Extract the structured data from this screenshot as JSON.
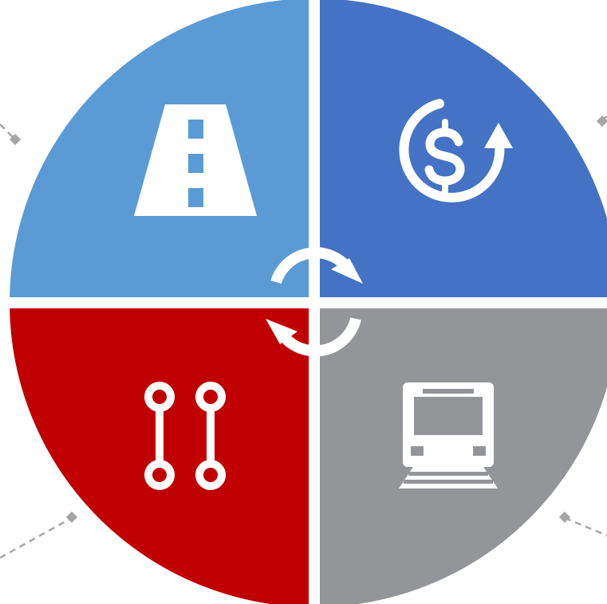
{
  "colors": {
    "background": "#ffffff",
    "road_quadrant": "#5b9bd5",
    "funding_quadrant": "#4472c4",
    "transit_quadrant": "#949599",
    "route_quadrant": "#c00000",
    "icon_and_divider": "#ffffff",
    "connector_dashes": "#a6a6a6"
  },
  "quadrants": [
    {
      "position": "top-left",
      "icon": "road-icon"
    },
    {
      "position": "top-right",
      "icon": "dollar-cycle-icon"
    },
    {
      "position": "bottom-right",
      "icon": "train-icon"
    },
    {
      "position": "bottom-left",
      "icon": "route-connection-icon"
    }
  ],
  "center_icon": "cycle-arrows-icon",
  "connectors": [
    "connector-top-left",
    "connector-top-right",
    "connector-bottom-left",
    "connector-bottom-right"
  ]
}
